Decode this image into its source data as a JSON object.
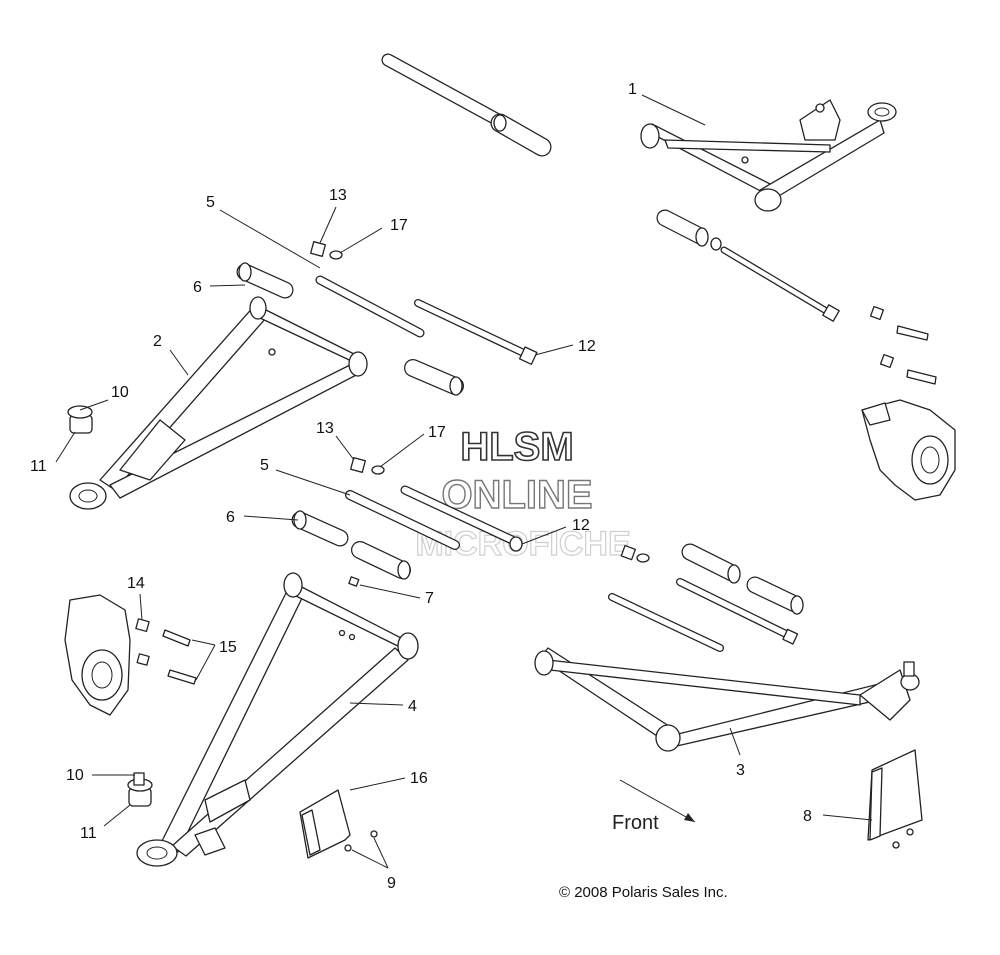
{
  "watermark": {
    "line1": "HLSM",
    "line2": "ONLINE",
    "line3": "MICROFICHE"
  },
  "front_label": "Front",
  "copyright": "© 2008 Polaris Sales Inc.",
  "callouts": {
    "c1": "1",
    "c2": "2",
    "c3": "3",
    "c4": "4",
    "c5a": "5",
    "c5b": "5",
    "c6a": "6",
    "c6b": "6",
    "c7": "7",
    "c8": "8",
    "c9": "9",
    "c10a": "10",
    "c10b": "10",
    "c11a": "11",
    "c11b": "11",
    "c12a": "12",
    "c12b": "12",
    "c13a": "13",
    "c13b": "13",
    "c14": "14",
    "c15": "15",
    "c16": "16",
    "c17a": "17",
    "c17b": "17"
  }
}
